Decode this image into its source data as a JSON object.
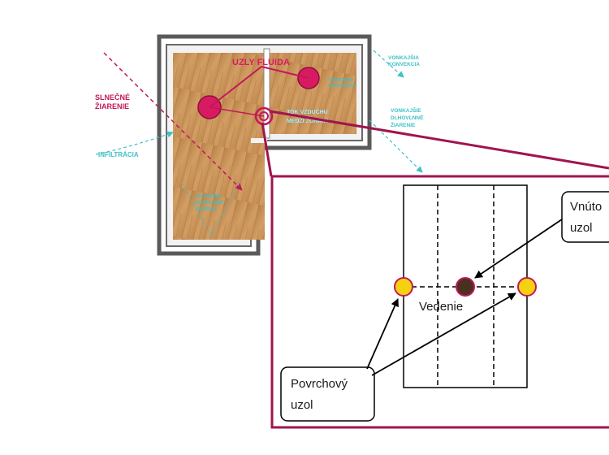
{
  "floorplan": {
    "labels": {
      "fluid_nodes": "UZLY FLUIDA",
      "solar": [
        "SLNEČNÉ",
        "ŽIARENIE"
      ],
      "infiltration": "INFILTRÁCIA",
      "ext_convection": [
        "VONKAJŠIA",
        "KONVEKCIA"
      ],
      "int_convection": [
        "VNÚTORNÁ",
        "KONVEKCIA"
      ],
      "airflow": [
        "TOK VZDUCHU",
        "MEDZI ZÓNAMI"
      ],
      "ext_longwave": [
        "VONKAJŠIE",
        "DLHOVLNNÉ",
        "ŽIARENIE"
      ],
      "int_longwave": [
        "VNÚTORNÉ",
        "DLHOVLNNÉ",
        "ŽIARENIE"
      ]
    }
  },
  "detail": {
    "conduction_label": "Vedenie",
    "inner_node_label": [
      "Vnúto",
      "uzol"
    ],
    "surface_node_label": [
      "Povrchový",
      "uzol"
    ]
  },
  "colors": {
    "magenta": "#c2185b",
    "node_pink": "#d81b60",
    "cyan": "#3fc1c9",
    "wall_gray": "#5a5a5a",
    "wood": "#c8945a",
    "surface_node": "#f5d20f",
    "inner_node": "#4a3020"
  }
}
